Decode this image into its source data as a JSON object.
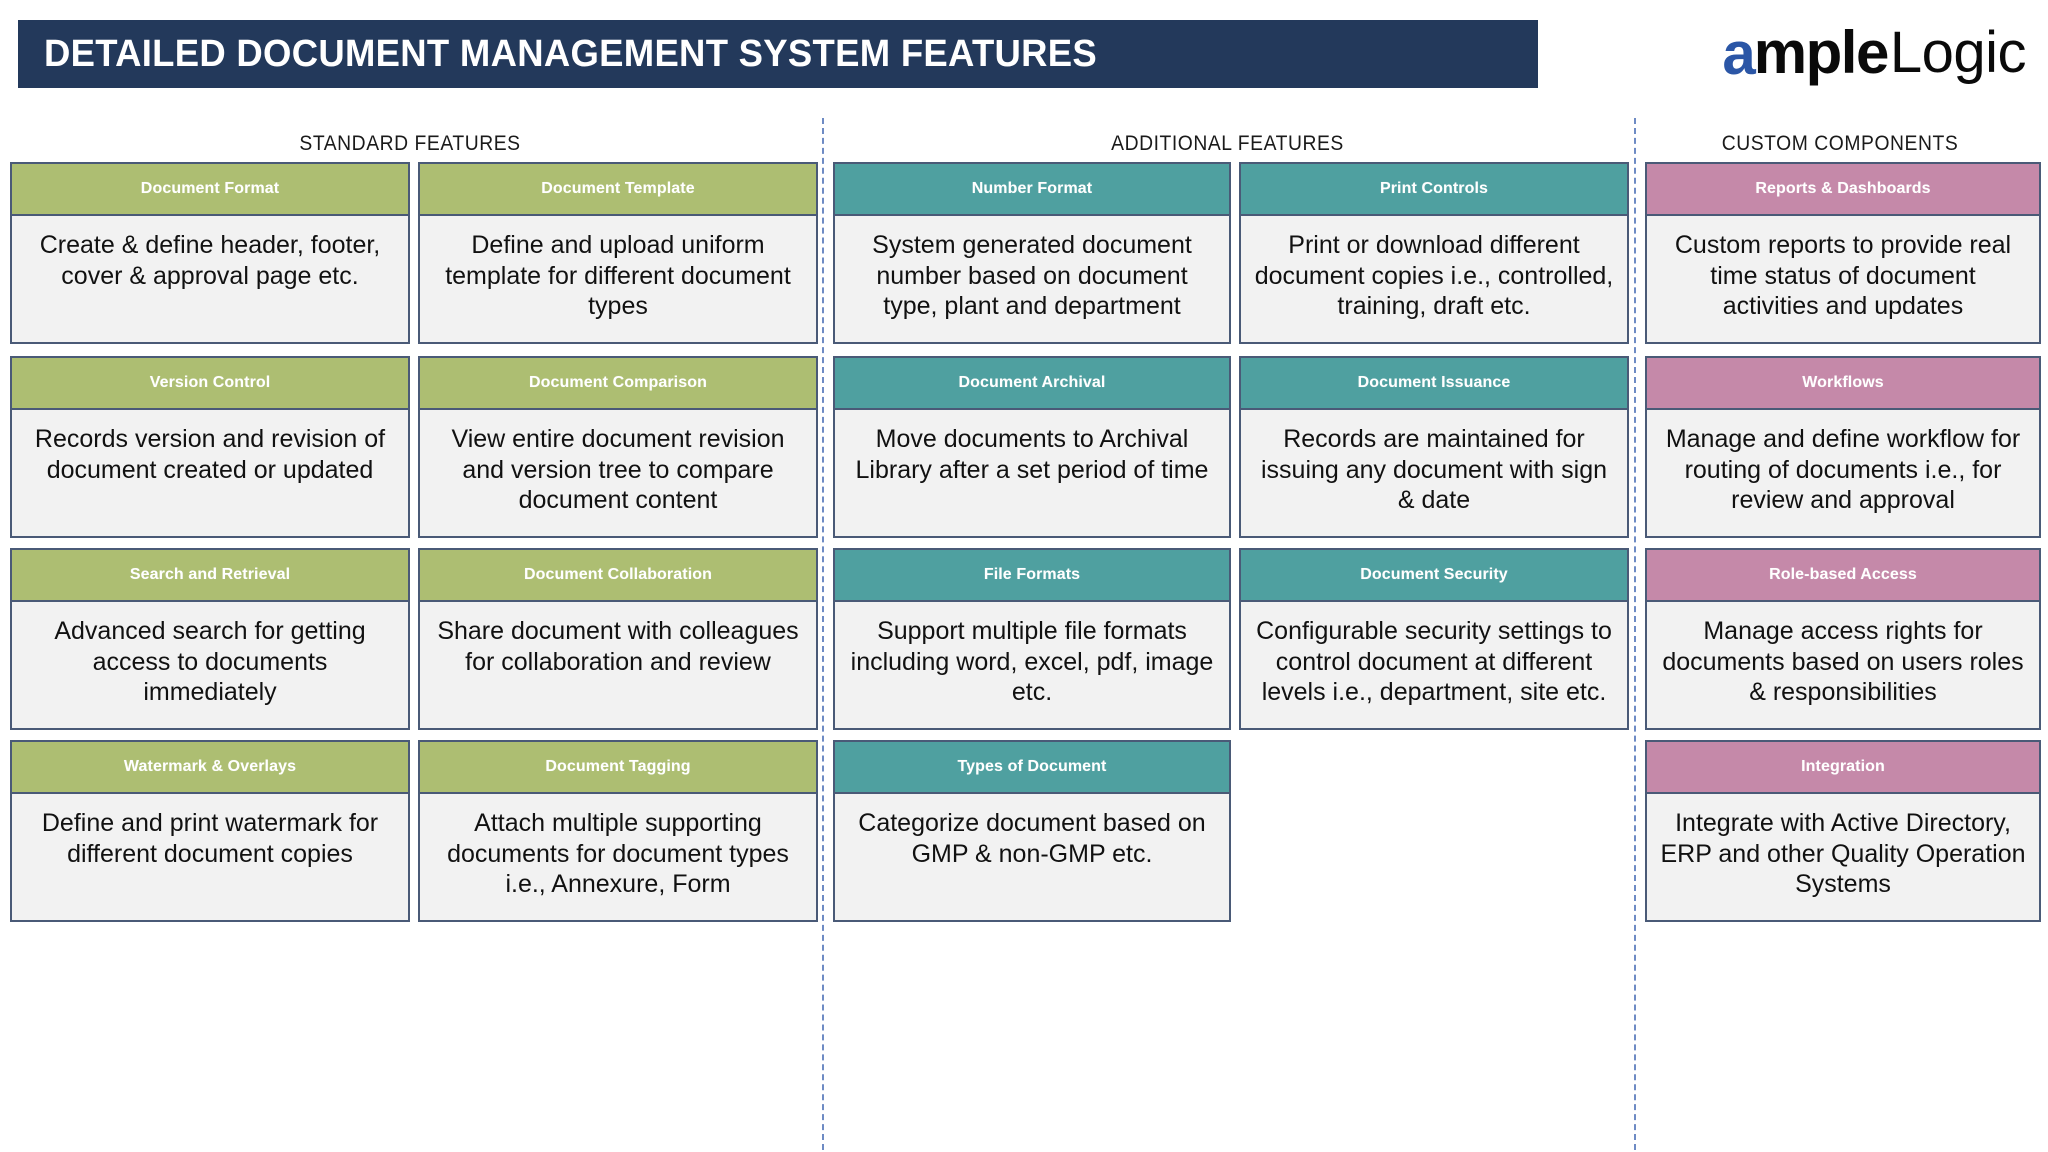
{
  "header": {
    "title": "DETAILED DOCUMENT MANAGEMENT SYSTEM FEATURES",
    "band_color": "#23395B"
  },
  "logo": {
    "part_a": "a",
    "part_mple": "mple",
    "part_logic": "Logic",
    "accent_color": "#2B56A6"
  },
  "colors": {
    "standard_header": "#ADBE72",
    "additional_header": "#4FA0A0",
    "custom_header": "#C589A9",
    "card_border": "#4A5A77",
    "card_body_bg": "#F2F2F2",
    "separator": "#6E8BC4"
  },
  "groups": [
    {
      "id": "standard",
      "label": "STANDARD FEATURES"
    },
    {
      "id": "additional",
      "label": "ADDITIONAL FEATURES"
    },
    {
      "id": "custom",
      "label": "CUSTOM COMPONENTS"
    }
  ],
  "columns": [
    {
      "id": "standard-col-1",
      "theme": "green",
      "cards": [
        {
          "title": "Document Format",
          "body": "Create & define header, footer, cover & approval page etc."
        },
        {
          "title": "Version Control",
          "body": "Records version and revision of document created or updated"
        },
        {
          "title": "Search and Retrieval",
          "body": "Advanced search for getting access to documents immediately"
        },
        {
          "title": "Watermark & Overlays",
          "body": "Define and print watermark for different document copies"
        }
      ]
    },
    {
      "id": "standard-col-2",
      "theme": "green",
      "cards": [
        {
          "title": "Document Template",
          "body": "Define and upload uniform template for different document types"
        },
        {
          "title": "Document Comparison",
          "body": "View entire document revision and version tree to compare document content"
        },
        {
          "title": "Document Collaboration",
          "body": "Share document with colleagues for collaboration and review"
        },
        {
          "title": "Document Tagging",
          "body": "Attach multiple supporting documents for document types i.e., Annexure, Form"
        }
      ]
    },
    {
      "id": "additional-col-1",
      "theme": "teal",
      "cards": [
        {
          "title": "Number Format",
          "body": "System generated document number based on document type, plant and department"
        },
        {
          "title": "Document Archival",
          "body": "Move documents to Archival Library after a set period of time"
        },
        {
          "title": "File Formats",
          "body": "Support multiple file formats including word, excel, pdf, image etc."
        },
        {
          "title": "Types of Document",
          "body": "Categorize document based on GMP & non-GMP etc."
        }
      ]
    },
    {
      "id": "additional-col-2",
      "theme": "teal",
      "cards": [
        {
          "title": "Print Controls",
          "body": "Print or download different document copies i.e., controlled, training, draft etc."
        },
        {
          "title": "Document Issuance",
          "body": "Records are maintained for issuing any document with sign & date"
        },
        {
          "title": "Document Security",
          "body": "Configurable security settings to control document at different levels i.e., department, site etc."
        }
      ]
    },
    {
      "id": "custom-col-1",
      "theme": "pink",
      "cards": [
        {
          "title": "Reports & Dashboards",
          "body": "Custom reports to provide real time status of document activities and updates"
        },
        {
          "title": "Workflows",
          "body": "Manage and define workflow for routing of documents i.e., for review and approval"
        },
        {
          "title": "Role-based Access",
          "body": "Manage access rights for documents based on users roles & responsibilities"
        },
        {
          "title": "Integration",
          "body": "Integrate with Active Directory, ERP and other Quality Operation Systems"
        }
      ]
    }
  ]
}
